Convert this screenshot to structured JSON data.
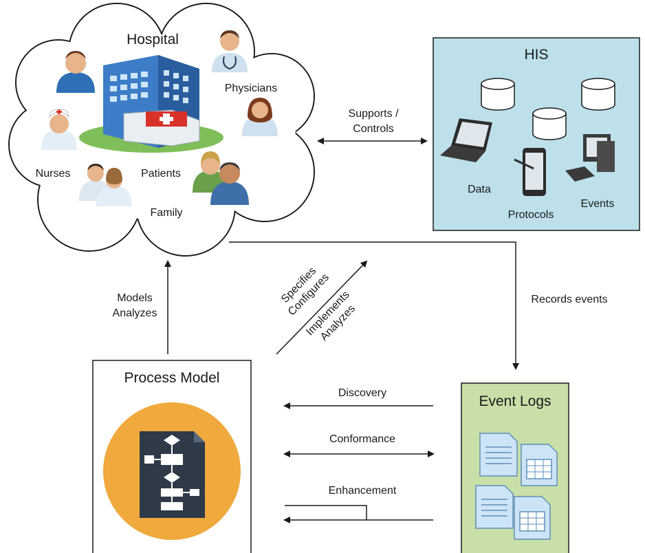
{
  "hospital": {
    "title": "Hospital",
    "roles": {
      "physicians": "Physicians",
      "nurses": "Nurses",
      "patients": "Patients",
      "family": "Family"
    }
  },
  "his": {
    "title": "HIS",
    "items": {
      "data": "Data",
      "protocols": "Protocols",
      "events": "Events"
    }
  },
  "arrows": {
    "supports_line1": "Supports /",
    "supports_line2": "Controls",
    "records": "Records events",
    "models_line1": "Models",
    "models_line2": "Analyzes",
    "specifies": "Specifies",
    "configures": "Configures",
    "implements": "Implements",
    "analyzes": "Analyzes",
    "discovery": "Discovery",
    "conformance": "Conformance",
    "enhancement": "Enhancement"
  },
  "process_model": {
    "title": "Process Model"
  },
  "event_logs": {
    "title": "Event Logs"
  },
  "colors": {
    "his_fill": "#bde0ea",
    "event_logs_fill": "#c9dfa8",
    "process_circle": "#f0a93c",
    "doc_dark": "#2e3a48",
    "building_blue": "#3d7dc8",
    "red_cross": "#d8322b"
  }
}
